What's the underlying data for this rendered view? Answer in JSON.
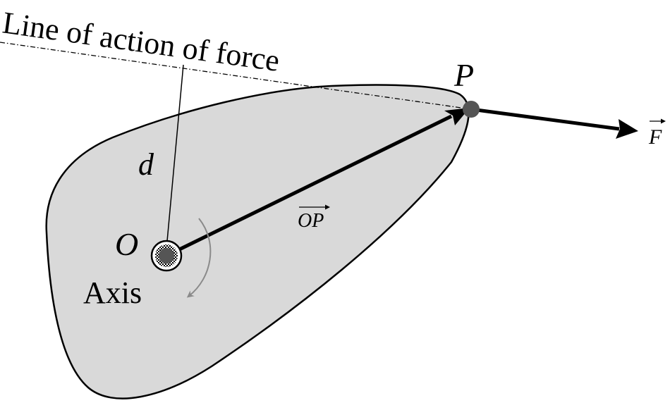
{
  "diagram": {
    "line_of_action_label": "Line of action of force",
    "point_p_label": "P",
    "origin_label": "O",
    "distance_label": "d",
    "vector_op_label": "OP",
    "force_label": "F",
    "axis_label": "Axis"
  },
  "colors": {
    "body_fill": "#d9d9d9",
    "outline": "#000000",
    "point_fill": "#555555",
    "rotation_arrow": "#8a8a8a"
  }
}
